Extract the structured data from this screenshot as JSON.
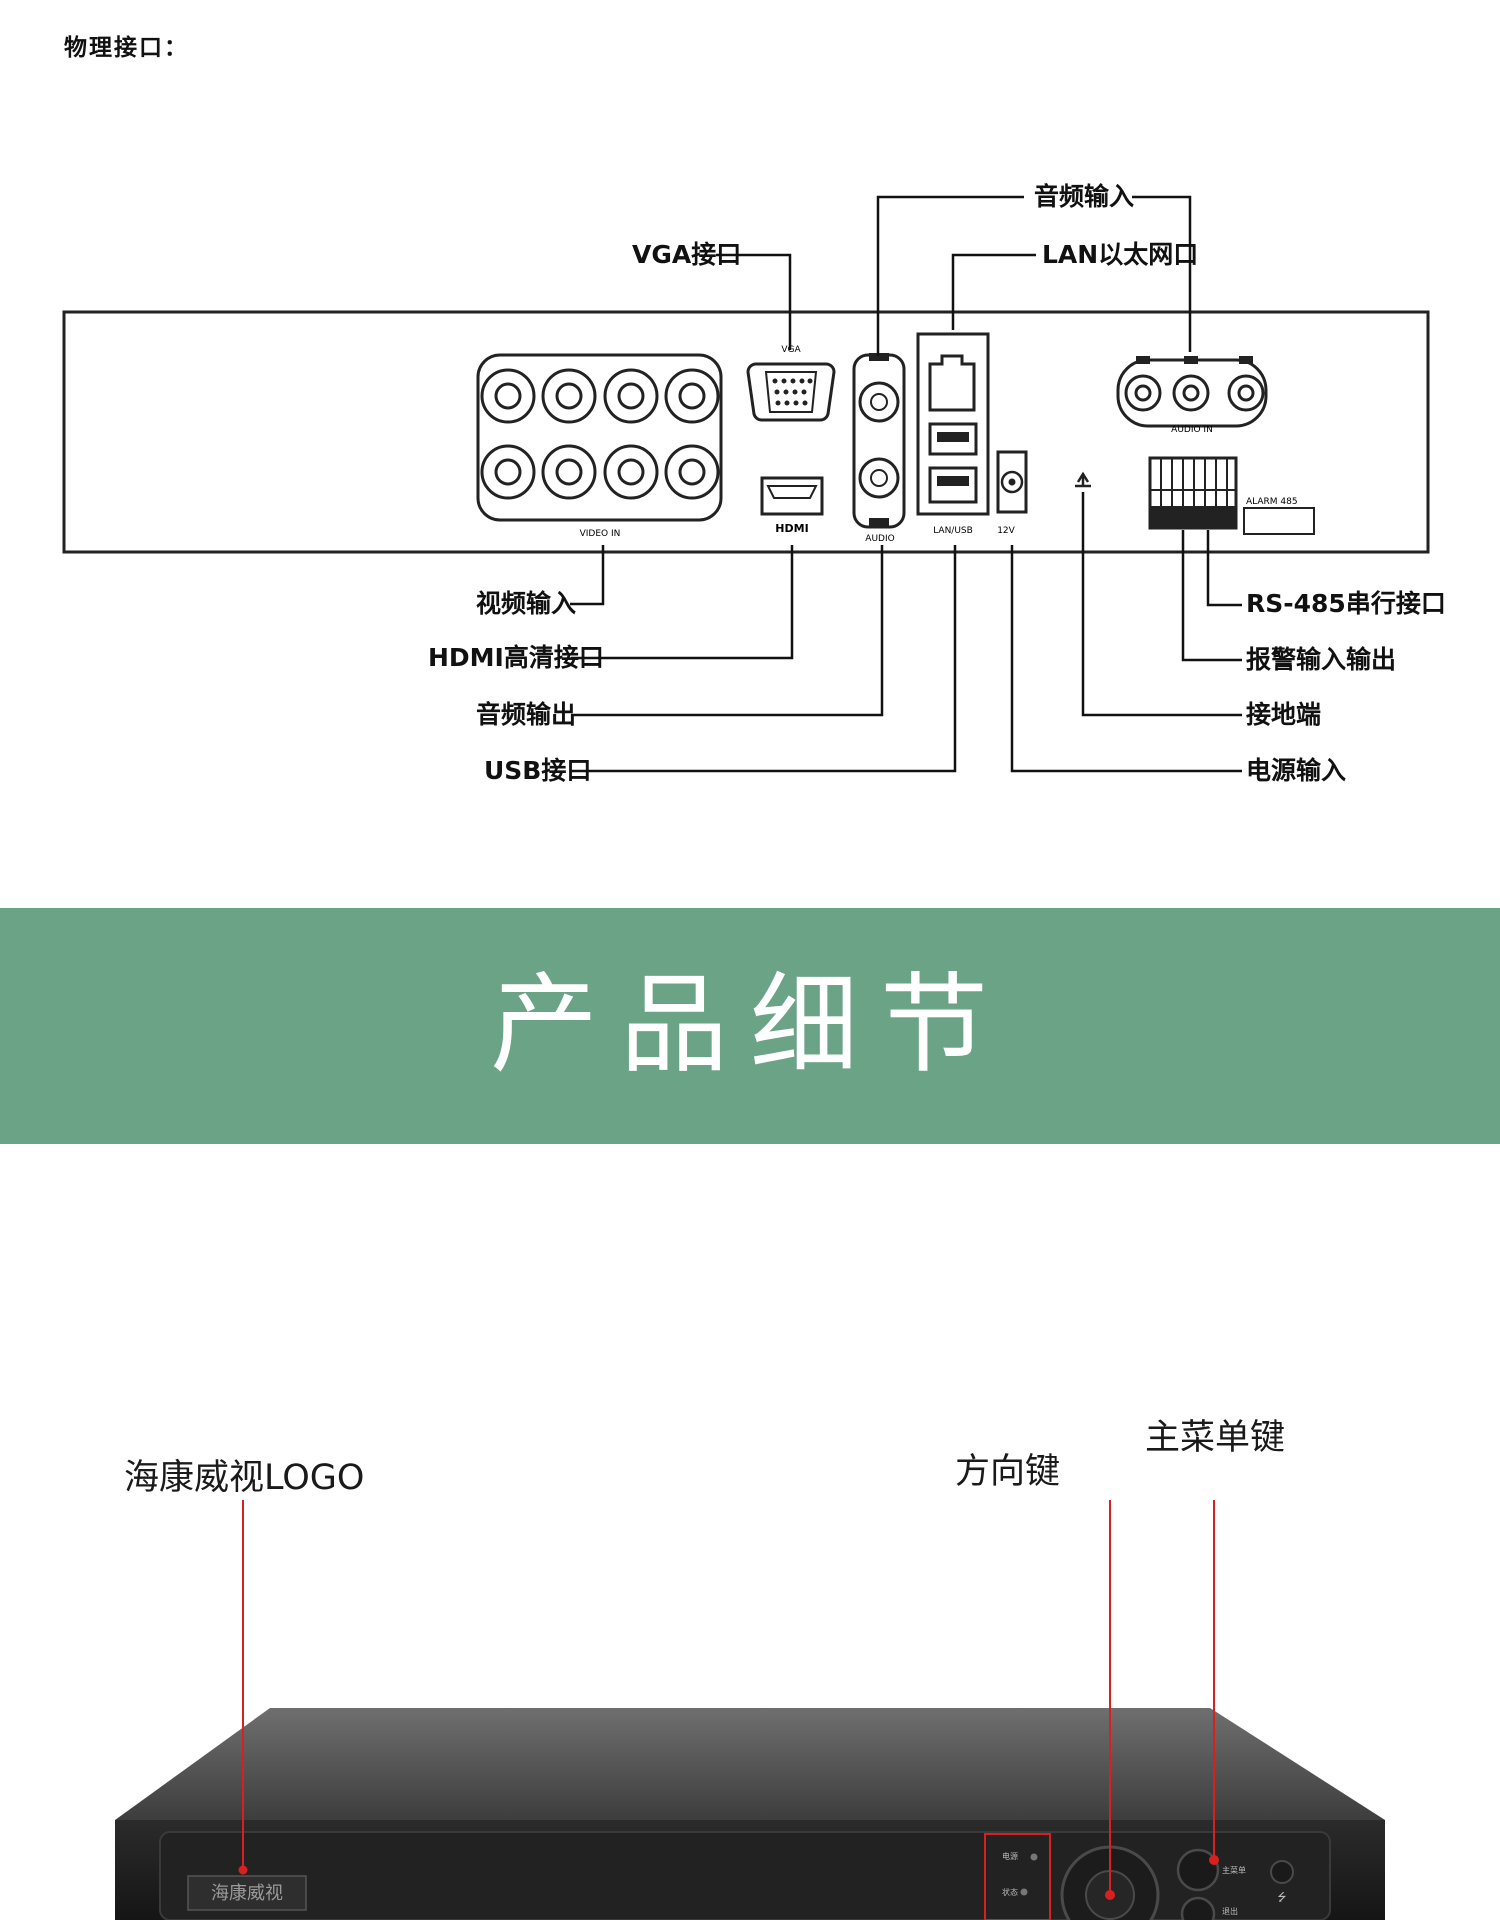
{
  "heading": "物理接口：",
  "rear_panel": {
    "port_labels": {
      "vga": "VGA",
      "hdmi": "HDMI",
      "video_in": "VIDEO IN",
      "audio": "AUDIO",
      "lan_usb": "LAN/USB",
      "power": "12V",
      "audio_in": "AUDIO IN",
      "alarm_485": "ALARM 485"
    },
    "callouts_top": {
      "audio_in": "音频输入",
      "vga": "VGA接口",
      "lan": "LAN以太网口"
    },
    "callouts_bottom_left": {
      "video_in": "视频输入",
      "hdmi": "HDMI高清接口",
      "audio_out": "音频输出",
      "usb": "USB接口"
    },
    "callouts_bottom_right": {
      "rs485": "RS-485串行接口",
      "alarm": "报警输入输出",
      "ground": "接地端",
      "power": "电源输入"
    }
  },
  "banner": {
    "title": "产品细节"
  },
  "front_panel": {
    "callouts": {
      "logo": "海康威视LOGO",
      "direction": "方向键",
      "main_menu": "主菜单键"
    },
    "device_logo_text": "海康威视",
    "led_labels": [
      "电源",
      "状态",
      "主菜单",
      "退出"
    ],
    "accent_color": "#d92020",
    "banner_color": "#6ba386"
  }
}
